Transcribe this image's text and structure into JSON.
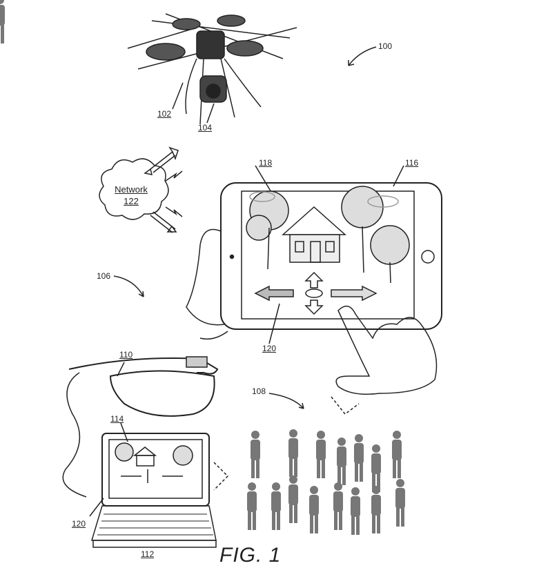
{
  "figure_title": "FIG. 1",
  "labels": {
    "system": "100",
    "drone": "102",
    "camera": "104",
    "network_name": "Network",
    "network_ref": "122",
    "tablet": "116",
    "tablet_screen": "118",
    "hand_device": "106",
    "tablet_controls": "120",
    "glasses": "110",
    "audience": "108",
    "laptop_screen": "114",
    "laptop_controls": "120",
    "laptop": "112"
  }
}
